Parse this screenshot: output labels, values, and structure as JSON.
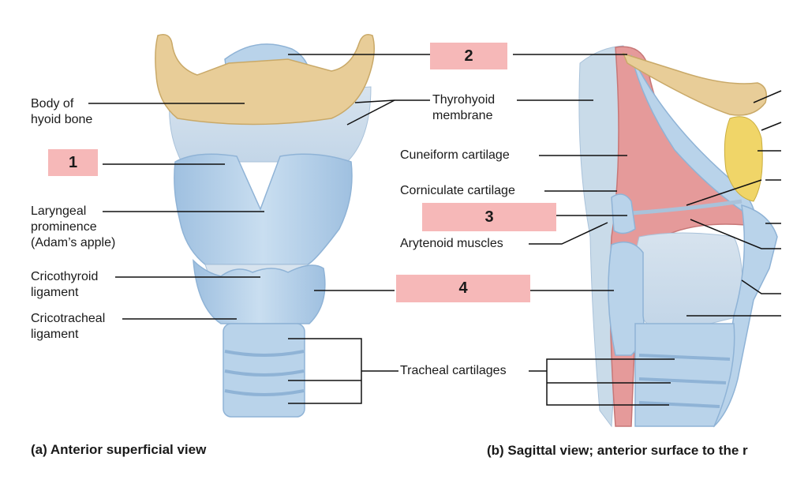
{
  "left_labels": {
    "body_of_hyoid": "Body of\nhyoid bone",
    "laryngeal_prominence": "Laryngeal\nprominence\n(Adam’s apple)",
    "cricothyroid": "Cricothyroid\nligament",
    "cricotracheal": "Cricotracheal\nligament"
  },
  "center_labels": {
    "thyrohyoid": "Thyrohyoid\nmembrane",
    "cuneiform": "Cuneiform cartilage",
    "corniculate": "Corniculate cartilage",
    "arytenoid_muscles": "Arytenoid muscles",
    "tracheal_cartilages": "Tracheal cartilages"
  },
  "blanks": {
    "b1": "1",
    "b2": "2",
    "b3": "3",
    "b4": "4"
  },
  "captions": {
    "a": "(a) Anterior superficial view",
    "b": "(b) Sagittal view; anterior surface to the r"
  },
  "colors": {
    "cartilage": "#b9d3ea",
    "cartilage_edge": "#8fb3d6",
    "bone": "#e8cd98",
    "muscle": "#e59a9a",
    "fat": "#f0d568",
    "blank_box": "#f6b8b8"
  }
}
